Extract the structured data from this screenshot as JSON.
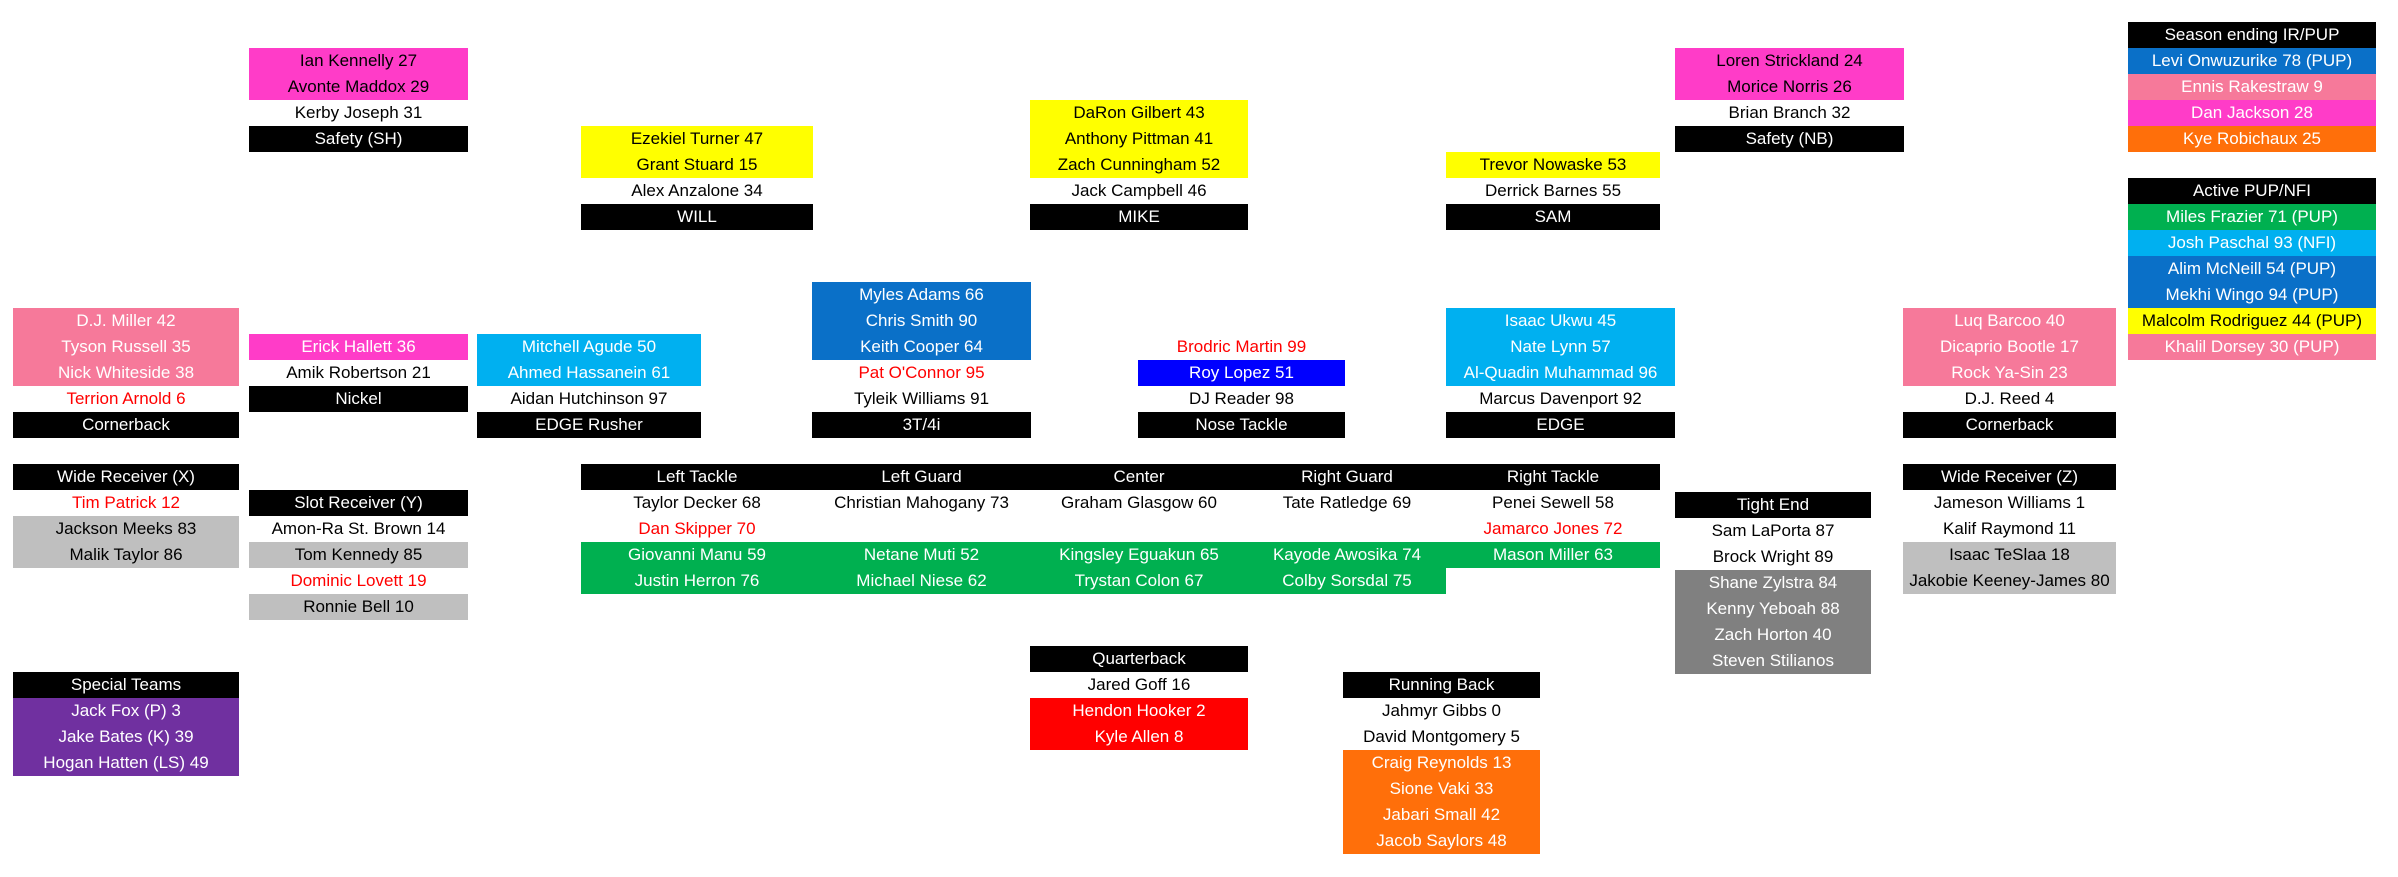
{
  "colors": {
    "header_bg": "#000000",
    "header_text": "#ffffff",
    "magenta": "#ff3cc8",
    "yellow": "#ffff00",
    "blue_mid": "#0a70c8",
    "cyan": "#00b0f0",
    "pink": "#f6799a",
    "green": "#00b050",
    "gray": "#bfbfbf",
    "gray_dark": "#808080",
    "purple": "#7030a0",
    "orange": "#ff6f0a",
    "red_bg": "#ff0000",
    "blue_nose": "#0000ff",
    "red_text": "#ff0000"
  },
  "groups": {
    "safety_sh": {
      "rows": [
        {
          "text": "Ian Kennelly 27",
          "bg": "magenta"
        },
        {
          "text": "Avonte Maddox 29",
          "bg": "magenta"
        },
        {
          "text": "Kerby Joseph 31"
        },
        {
          "text": "Safety (SH)",
          "header": true
        }
      ]
    },
    "will": {
      "rows": [
        {
          "text": "Ezekiel Turner 47",
          "bg": "yellow"
        },
        {
          "text": "Grant Stuard 15",
          "bg": "yellow"
        },
        {
          "text": "Alex Anzalone 34"
        },
        {
          "text": "WILL",
          "header": true
        }
      ]
    },
    "mike": {
      "rows": [
        {
          "text": "DaRon Gilbert 43",
          "bg": "yellow"
        },
        {
          "text": "Anthony Pittman 41",
          "bg": "yellow"
        },
        {
          "text": "Zach Cunningham 52",
          "bg": "yellow"
        },
        {
          "text": "Jack Campbell 46"
        },
        {
          "text": "MIKE",
          "header": true
        }
      ]
    },
    "sam": {
      "rows": [
        {
          "text": "Trevor Nowaske 53",
          "bg": "yellow"
        },
        {
          "text": "Derrick Barnes 55"
        },
        {
          "text": "SAM",
          "header": true
        }
      ]
    },
    "safety_nb": {
      "rows": [
        {
          "text": "Loren Strickland 24",
          "bg": "magenta"
        },
        {
          "text": "Morice Norris 26",
          "bg": "magenta"
        },
        {
          "text": "Brian Branch 32"
        },
        {
          "text": "Safety (NB)",
          "header": true
        }
      ]
    },
    "ir": {
      "rows": [
        {
          "text": "Season ending IR/PUP",
          "header": true
        },
        {
          "text": "Levi Onwuzurike 78 (PUP)",
          "bg": "blue_mid",
          "white": true
        },
        {
          "text": "Ennis Rakestraw 9",
          "bg": "pink",
          "white": true
        },
        {
          "text": "Dan Jackson 28",
          "bg": "magenta",
          "white": true
        },
        {
          "text": "Kye Robichaux 25",
          "bg": "orange",
          "white": true
        }
      ]
    },
    "active_pup": {
      "rows": [
        {
          "text": "Active PUP/NFI",
          "header": true
        },
        {
          "text": "Miles Frazier 71 (PUP)",
          "bg": "green",
          "white": true
        },
        {
          "text": "Josh Paschal 93 (NFI)",
          "bg": "cyan",
          "white": true
        },
        {
          "text": "Alim McNeill 54 (PUP)",
          "bg": "blue_mid",
          "white": true
        },
        {
          "text": "Mekhi Wingo 94 (PUP)",
          "bg": "blue_mid",
          "white": true
        },
        {
          "text": "Malcolm Rodriguez 44 (PUP)",
          "bg": "yellow"
        },
        {
          "text": "Khalil Dorsey 30 (PUP)",
          "bg": "pink",
          "white": true
        }
      ]
    },
    "cb_left": {
      "rows": [
        {
          "text": "D.J. Miller 42",
          "bg": "pink",
          "white": true
        },
        {
          "text": "Tyson Russell 35",
          "bg": "pink",
          "white": true
        },
        {
          "text": "Nick Whiteside 38",
          "bg": "pink",
          "white": true
        },
        {
          "text": "Terrion Arnold 6",
          "red": true
        },
        {
          "text": "Cornerback",
          "header": true
        }
      ]
    },
    "nickel": {
      "rows": [
        {
          "text": "Erick Hallett 36",
          "bg": "magenta",
          "white": true
        },
        {
          "text": "Amik Robertson 21"
        },
        {
          "text": "Nickel",
          "header": true
        }
      ]
    },
    "edge_rusher": {
      "rows": [
        {
          "text": "Mitchell Agude 50",
          "bg": "cyan",
          "white": true
        },
        {
          "text": "Ahmed Hassanein 61",
          "bg": "cyan",
          "white": true
        },
        {
          "text": "Aidan Hutchinson 97"
        },
        {
          "text": "EDGE Rusher",
          "header": true
        }
      ]
    },
    "tech3": {
      "rows": [
        {
          "text": "Myles Adams 66",
          "bg": "blue_mid",
          "white": true
        },
        {
          "text": "Chris Smith 90",
          "bg": "blue_mid",
          "white": true
        },
        {
          "text": "Keith Cooper 64",
          "bg": "blue_mid",
          "white": true
        },
        {
          "text": "Pat O'Connor 95",
          "red": true
        },
        {
          "text": "Tyleik Williams 91"
        },
        {
          "text": "3T/4i",
          "header": true
        }
      ]
    },
    "nose": {
      "rows": [
        {
          "text": "Brodric Martin 99",
          "red": true
        },
        {
          "text": "Roy Lopez 51",
          "bg": "blue_nose",
          "white": true
        },
        {
          "text": "DJ Reader 98"
        },
        {
          "text": "Nose Tackle",
          "header": true
        }
      ]
    },
    "edge": {
      "rows": [
        {
          "text": "Isaac Ukwu 45",
          "bg": "cyan",
          "white": true
        },
        {
          "text": "Nate Lynn 57",
          "bg": "cyan",
          "white": true
        },
        {
          "text": "Al-Quadin Muhammad 96",
          "bg": "cyan",
          "white": true
        },
        {
          "text": "Marcus Davenport 92"
        },
        {
          "text": "EDGE",
          "header": true
        }
      ]
    },
    "cb_right": {
      "rows": [
        {
          "text": "Luq Barcoo 40",
          "bg": "pink",
          "white": true
        },
        {
          "text": "Dicaprio Bootle 17",
          "bg": "pink",
          "white": true
        },
        {
          "text": "Rock Ya-Sin 23",
          "bg": "pink",
          "white": true
        },
        {
          "text": "D.J. Reed 4"
        },
        {
          "text": "Cornerback",
          "header": true
        }
      ]
    },
    "wr_x": {
      "rows": [
        {
          "text": "Wide Receiver (X)",
          "header": true
        },
        {
          "text": "Tim Patrick 12",
          "red": true
        },
        {
          "text": "Jackson Meeks 83",
          "bg": "gray"
        },
        {
          "text": "Malik Taylor 86",
          "bg": "gray"
        }
      ]
    },
    "slot": {
      "rows": [
        {
          "text": "Slot Receiver (Y)",
          "header": true
        },
        {
          "text": "Amon-Ra St. Brown 14"
        },
        {
          "text": "Tom Kennedy 85",
          "bg": "gray"
        },
        {
          "text": "Dominic Lovett 19",
          "red": true
        },
        {
          "text": "Ronnie Bell 10",
          "bg": "gray"
        }
      ]
    },
    "lt": {
      "rows": [
        {
          "text": "Left Tackle",
          "header": true
        },
        {
          "text": "Taylor Decker 68"
        },
        {
          "text": "Dan Skipper 70",
          "red": true
        },
        {
          "text": "Giovanni Manu 59",
          "bg": "green",
          "white": true
        },
        {
          "text": "Justin Herron 76",
          "bg": "green",
          "white": true
        }
      ]
    },
    "lg": {
      "rows": [
        {
          "text": "Left Guard",
          "header": true
        },
        {
          "text": "Christian Mahogany 73"
        },
        {
          "text": "",
          "blank": true
        },
        {
          "text": "Netane Muti 52",
          "bg": "green",
          "white": true
        },
        {
          "text": "Michael Niese 62",
          "bg": "green",
          "white": true
        }
      ]
    },
    "center": {
      "rows": [
        {
          "text": "Center",
          "header": true
        },
        {
          "text": "Graham Glasgow 60"
        },
        {
          "text": "",
          "blank": true
        },
        {
          "text": "Kingsley Eguakun 65",
          "bg": "green",
          "white": true
        },
        {
          "text": "Trystan Colon 67",
          "bg": "green",
          "white": true
        }
      ]
    },
    "rg": {
      "rows": [
        {
          "text": "Right Guard",
          "header": true
        },
        {
          "text": "Tate Ratledge 69"
        },
        {
          "text": "",
          "blank": true
        },
        {
          "text": "Kayode Awosika 74",
          "bg": "green",
          "white": true
        },
        {
          "text": "Colby Sorsdal 75",
          "bg": "green",
          "white": true
        }
      ]
    },
    "rt": {
      "rows": [
        {
          "text": "Right Tackle",
          "header": true
        },
        {
          "text": "Penei Sewell 58"
        },
        {
          "text": "Jamarco Jones 72",
          "red": true
        },
        {
          "text": "Mason Miller 63",
          "bg": "green",
          "white": true
        }
      ]
    },
    "te": {
      "rows": [
        {
          "text": "Tight End",
          "header": true
        },
        {
          "text": "Sam LaPorta 87"
        },
        {
          "text": "Brock Wright 89"
        },
        {
          "text": "Shane Zylstra 84",
          "bg": "gray_dark",
          "white": true
        },
        {
          "text": "Kenny Yeboah 88",
          "bg": "gray_dark",
          "white": true
        },
        {
          "text": "Zach Horton 40",
          "bg": "gray_dark",
          "white": true
        },
        {
          "text": "Steven Stilianos",
          "bg": "gray_dark",
          "white": true
        }
      ]
    },
    "wr_z": {
      "rows": [
        {
          "text": "Wide Receiver (Z)",
          "header": true
        },
        {
          "text": "Jameson Williams 1"
        },
        {
          "text": "Kalif Raymond 11"
        },
        {
          "text": "Isaac TeSlaa 18",
          "bg": "gray"
        },
        {
          "text": "Jakobie Keeney-James 80",
          "bg": "gray"
        }
      ]
    },
    "special": {
      "rows": [
        {
          "text": "Special Teams",
          "header": true
        },
        {
          "text": "Jack Fox (P) 3",
          "bg": "purple",
          "white": true
        },
        {
          "text": "Jake Bates (K) 39",
          "bg": "purple",
          "white": true
        },
        {
          "text": "Hogan Hatten (LS) 49",
          "bg": "purple",
          "white": true
        }
      ]
    },
    "qb": {
      "rows": [
        {
          "text": "Quarterback",
          "header": true
        },
        {
          "text": "Jared Goff 16"
        },
        {
          "text": "Hendon Hooker 2",
          "bg": "red_bg",
          "white": true
        },
        {
          "text": "Kyle Allen 8",
          "bg": "red_bg",
          "white": true
        }
      ]
    },
    "rb": {
      "rows": [
        {
          "text": "Running Back",
          "header": true
        },
        {
          "text": "Jahmyr Gibbs 0"
        },
        {
          "text": "David Montgomery 5"
        },
        {
          "text": "Craig Reynolds 13",
          "bg": "orange",
          "white": true
        },
        {
          "text": "Sione Vaki 33",
          "bg": "orange",
          "white": true
        },
        {
          "text": "Jabari Small 42",
          "bg": "orange",
          "white": true
        },
        {
          "text": "Jacob Saylors 48",
          "bg": "orange",
          "white": true
        }
      ]
    }
  }
}
